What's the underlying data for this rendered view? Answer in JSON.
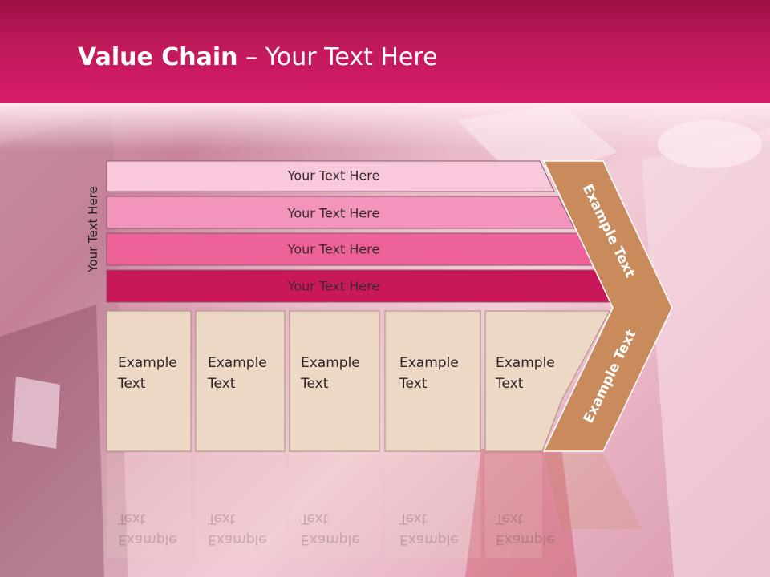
{
  "title": {
    "bold": "Value Chain",
    "rest": " – Your Text Here"
  },
  "side_label": "Your Text Here",
  "rows": [
    {
      "label": "Your Text Here",
      "color": "#f8c9dd"
    },
    {
      "label": "Your Text Here",
      "color": "#f294bb"
    },
    {
      "label": "Your Text Here",
      "color": "#ec6198"
    },
    {
      "label": "Your Text Here",
      "color": "#c8185a"
    }
  ],
  "columns": [
    {
      "label_line1": "Example",
      "label_line2": "Text"
    },
    {
      "label_line1": "Example",
      "label_line2": "Text"
    },
    {
      "label_line1": "Example",
      "label_line2": "Text"
    },
    {
      "label_line1": "Example",
      "label_line2": "Text"
    },
    {
      "label_line1": "Example",
      "label_line2": "Text"
    }
  ],
  "chevron": {
    "upper_label": "Example Text",
    "lower_label": "Example Text",
    "color": "#c98b5c"
  },
  "colors": {
    "header": "#c21a5c",
    "column_fill": "#ecd8c4"
  }
}
